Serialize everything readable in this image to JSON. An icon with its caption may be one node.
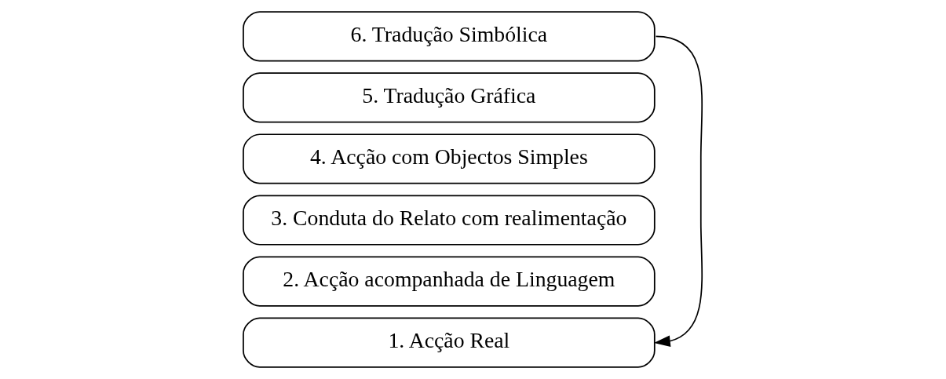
{
  "diagram": {
    "nodes": [
      {
        "text": [
          "6. Tradução Simbólica"
        ]
      },
      {
        "text": [
          "5. Tradução Gráfica"
        ]
      },
      {
        "text": [
          "4. Acção com Objectos Simples"
        ]
      },
      {
        "text": [
          "3. Conduta do Relato com realimentação"
        ]
      },
      {
        "text": [
          "2. Acção acompanhada de Linguagem"
        ]
      },
      {
        "text": [
          "1. Acção Real"
        ]
      }
    ],
    "edges": [
      {
        "from": 0,
        "to": 5,
        "arrow": "to"
      }
    ]
  }
}
